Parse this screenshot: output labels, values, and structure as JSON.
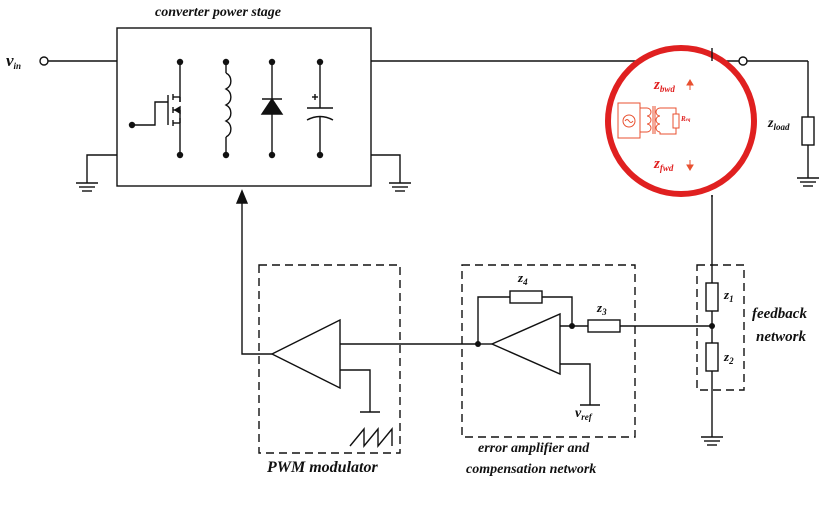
{
  "labels": {
    "title": "converter power stage",
    "vin": "v",
    "vin_sub": "in",
    "zload": "z",
    "zload_sub": "load",
    "zbwd": "z",
    "zbwd_sub": "bwd",
    "zfwd": "z",
    "zfwd_sub": "fwd",
    "req": "R",
    "req_sub": "eq",
    "z1": "z",
    "z1_sub": "1",
    "z2": "z",
    "z2_sub": "2",
    "z3": "z",
    "z3_sub": "3",
    "z4": "z",
    "z4_sub": "4",
    "feedback_line1": "feedback",
    "feedback_line2": "network",
    "vref": "v",
    "vref_sub": "ref",
    "pwm": "PWM modulator",
    "error_line1": "error amplifier and",
    "error_line2": "compensation network"
  },
  "colors": {
    "line": "#111111",
    "highlight": "#e02020",
    "inset": "#e85030"
  }
}
